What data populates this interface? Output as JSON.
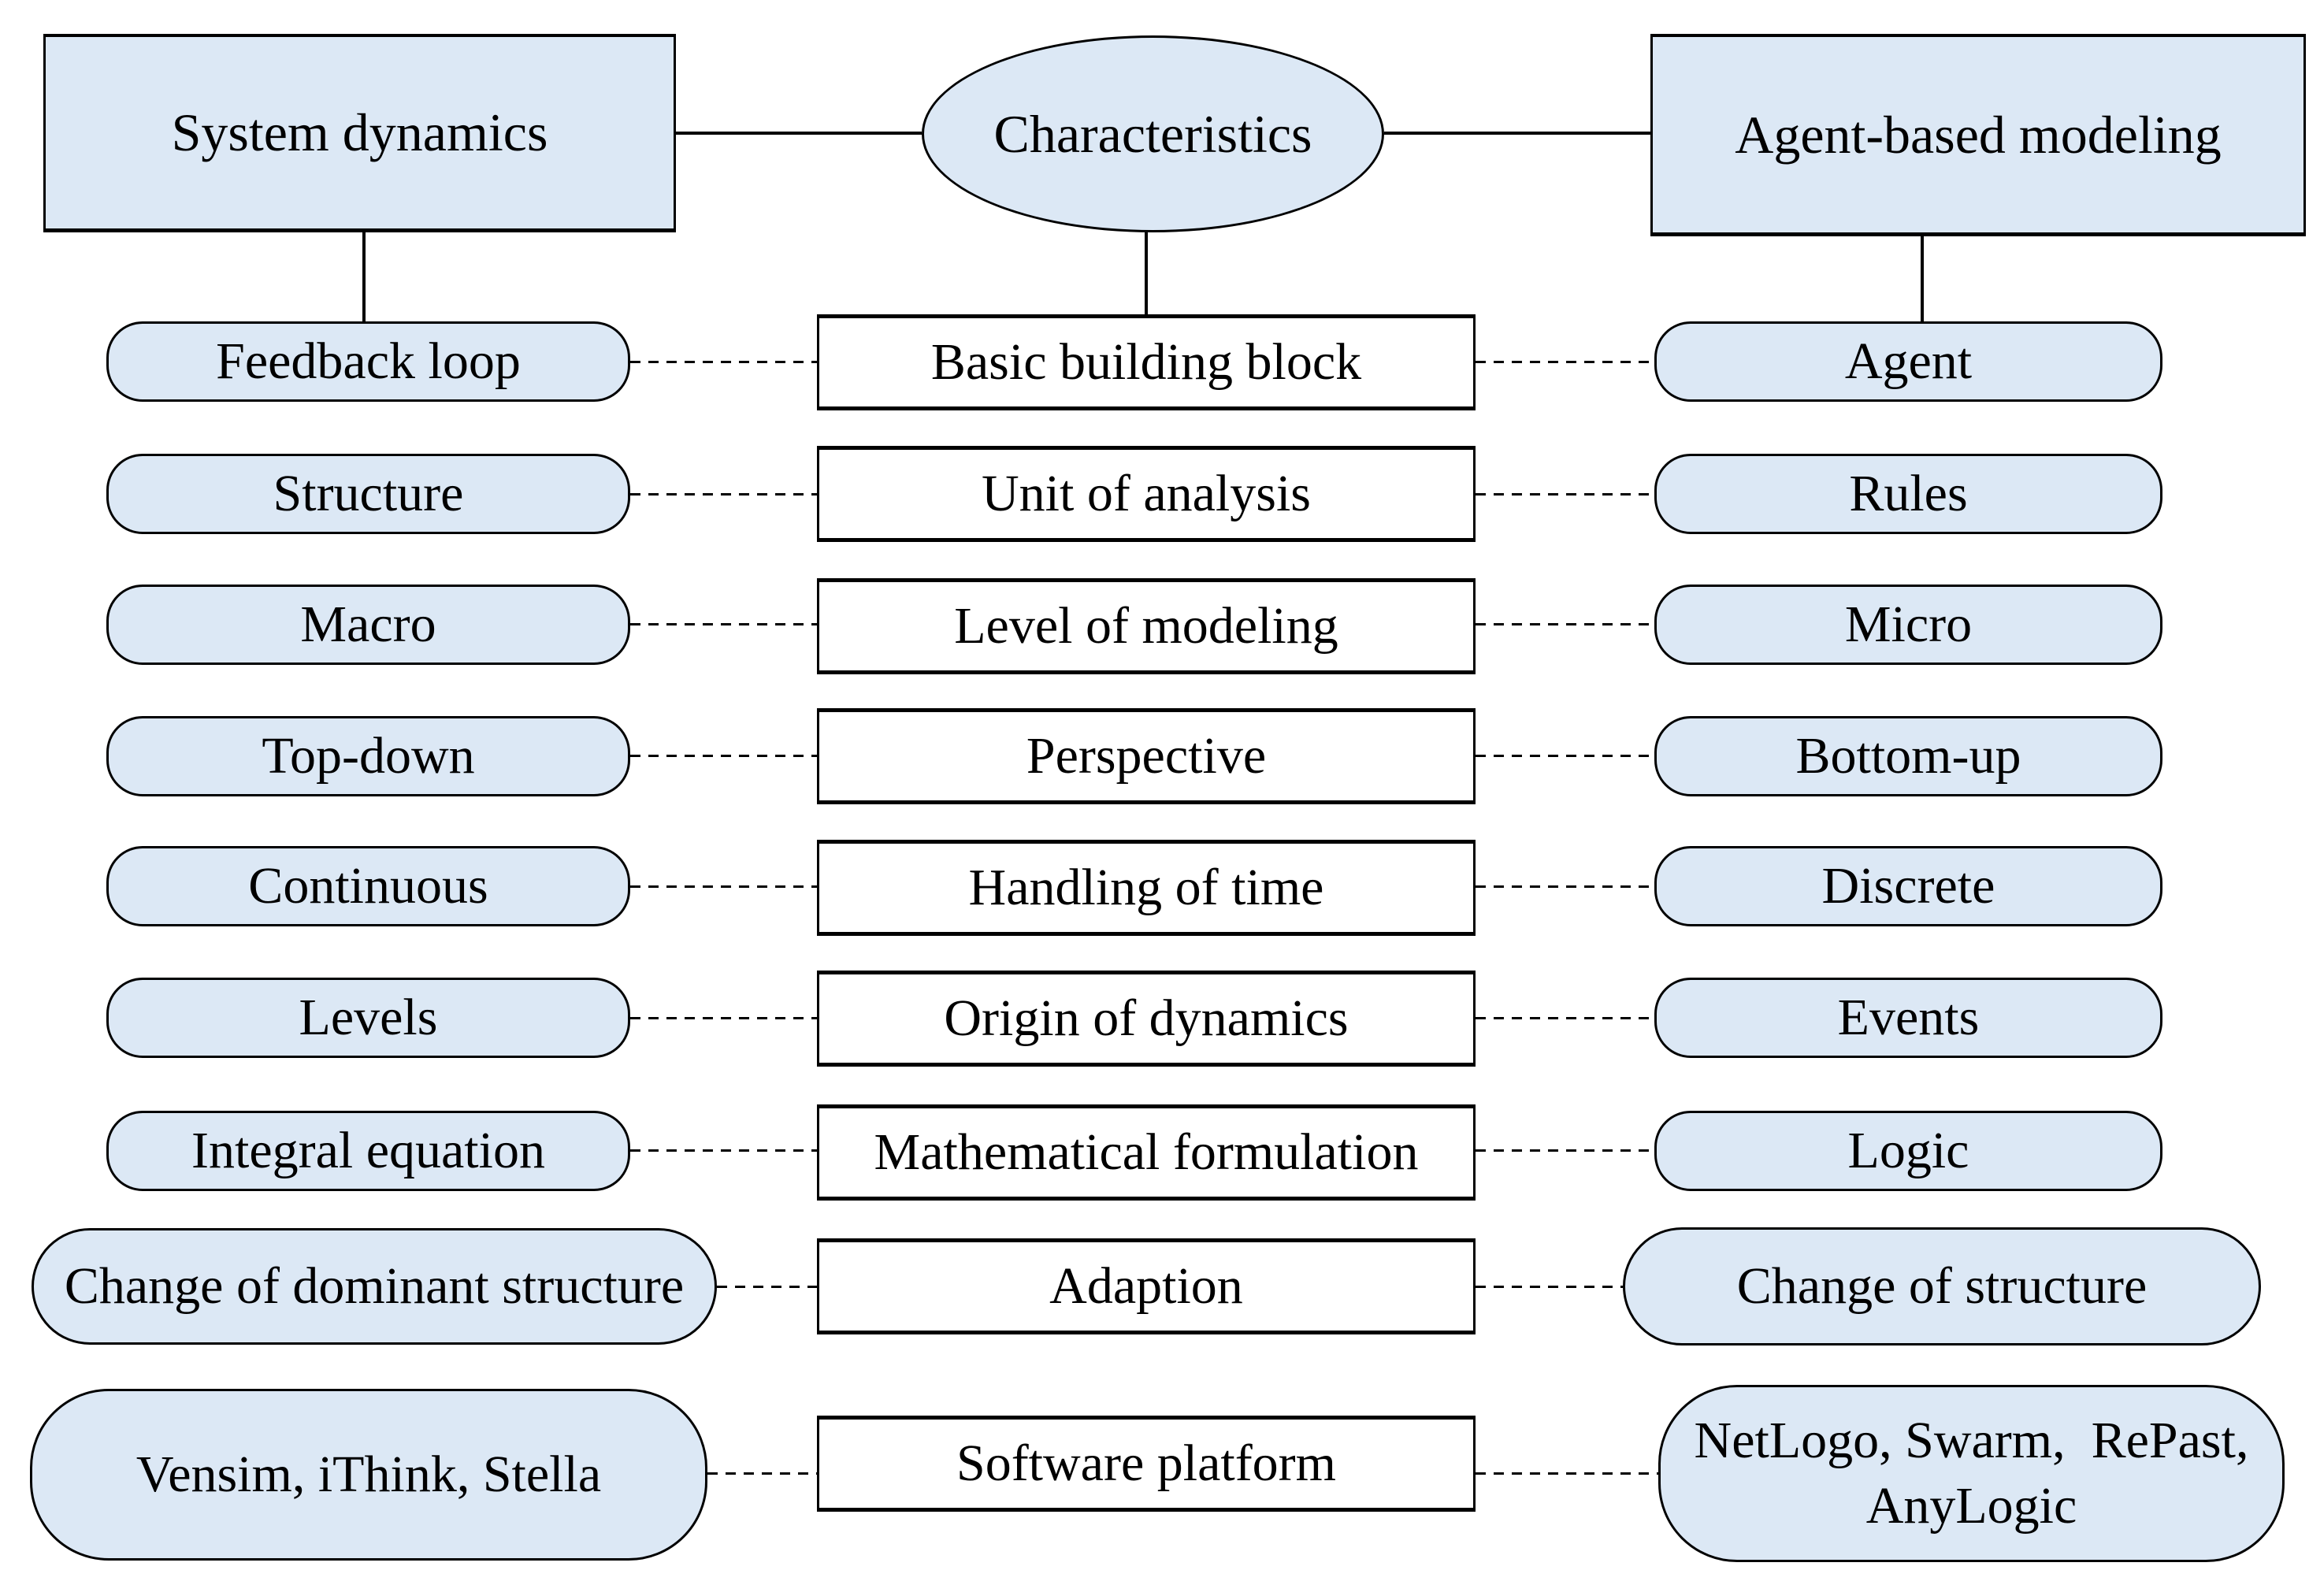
{
  "header": {
    "left": "System dynamics",
    "center": "Characteristics",
    "right": "Agent-based modeling"
  },
  "rows": [
    {
      "left": "Feedback loop",
      "center": "Basic building block",
      "right": "Agent"
    },
    {
      "left": "Structure",
      "center": "Unit of analysis",
      "right": "Rules"
    },
    {
      "left": "Macro",
      "center": "Level of modeling",
      "right": "Micro"
    },
    {
      "left": "Top-down",
      "center": "Perspective",
      "right": "Bottom-up"
    },
    {
      "left": "Continuous",
      "center": "Handling of time",
      "right": "Discrete"
    },
    {
      "left": "Levels",
      "center": "Origin of dynamics",
      "right": "Events"
    },
    {
      "left": "Integral equation",
      "center": "Mathematical formulation",
      "right": "Logic"
    },
    {
      "left": "Change of dominant structure",
      "center": "Adaption",
      "right": "Change of structure"
    },
    {
      "left": "Vensim, iThink, Stella",
      "center": "Software platform",
      "right": "NetLogo, Swarm,  RePast,\nAnyLogic"
    }
  ],
  "colors": {
    "shape_fill": "#dce8f5",
    "shape_border": "#000000",
    "middle_fill": "#ffffff",
    "background": "#ffffff",
    "text": "#000000"
  }
}
